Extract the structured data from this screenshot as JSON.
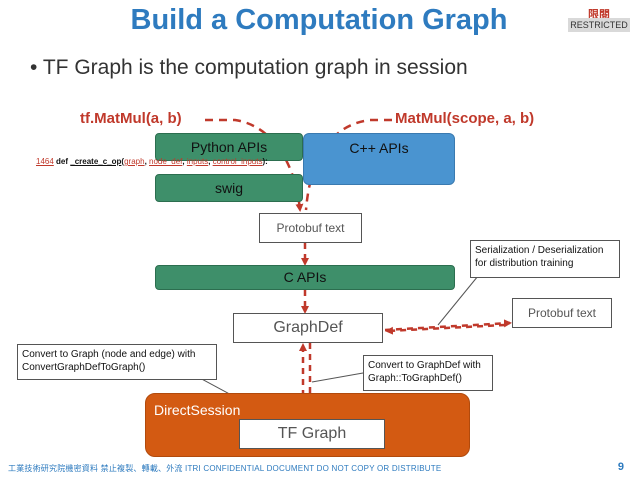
{
  "slide": {
    "title": "Build a Computation Graph",
    "bullet": "TF Graph is the computation graph in session",
    "bullet_marker": "•",
    "page_number": "9",
    "footer": "工業技術研究院機密資料 禁止複製、轉載、外流  ITRI CONFIDENTIAL DOCUMENT DO NOT COPY OR DISTRIBUTE"
  },
  "badge": {
    "cn": "限閱",
    "en": "RESTRICTED"
  },
  "diagram": {
    "left_label": "tf.MatMul(a, b)",
    "right_label": "MatMul(scope, a, b)",
    "python_apis": "Python APIs",
    "cpp_apis": "C++ APIs",
    "swig": "swig",
    "protobuf_text_1": "Protobuf text",
    "c_apis": "C APIs",
    "graphdef": "GraphDef",
    "protobuf_text_2": "Protobuf text",
    "direct_session": "DirectSession",
    "tf_graph": "TF Graph",
    "code": {
      "line_no": "1464",
      "keyword": "def",
      "func": "_create_c_op",
      "args": [
        "graph",
        "node_def",
        "inputs",
        "control_inputs"
      ]
    },
    "callout_serialization": [
      "Serialization / Deserialization",
      "for distribution training"
    ],
    "callout_convert_graph": [
      "Convert to Graph (node and edge) with",
      "ConvertGraphDefToGraph()"
    ],
    "callout_convert_graphdef": [
      "Convert to GraphDef with",
      "Graph::ToGraphDef()"
    ]
  },
  "colors": {
    "title_blue": "#2e7bbf",
    "arrow_red": "#c0392b",
    "green": "#3e8f6a",
    "blue": "#4a94d0",
    "orange": "#d35a12"
  }
}
